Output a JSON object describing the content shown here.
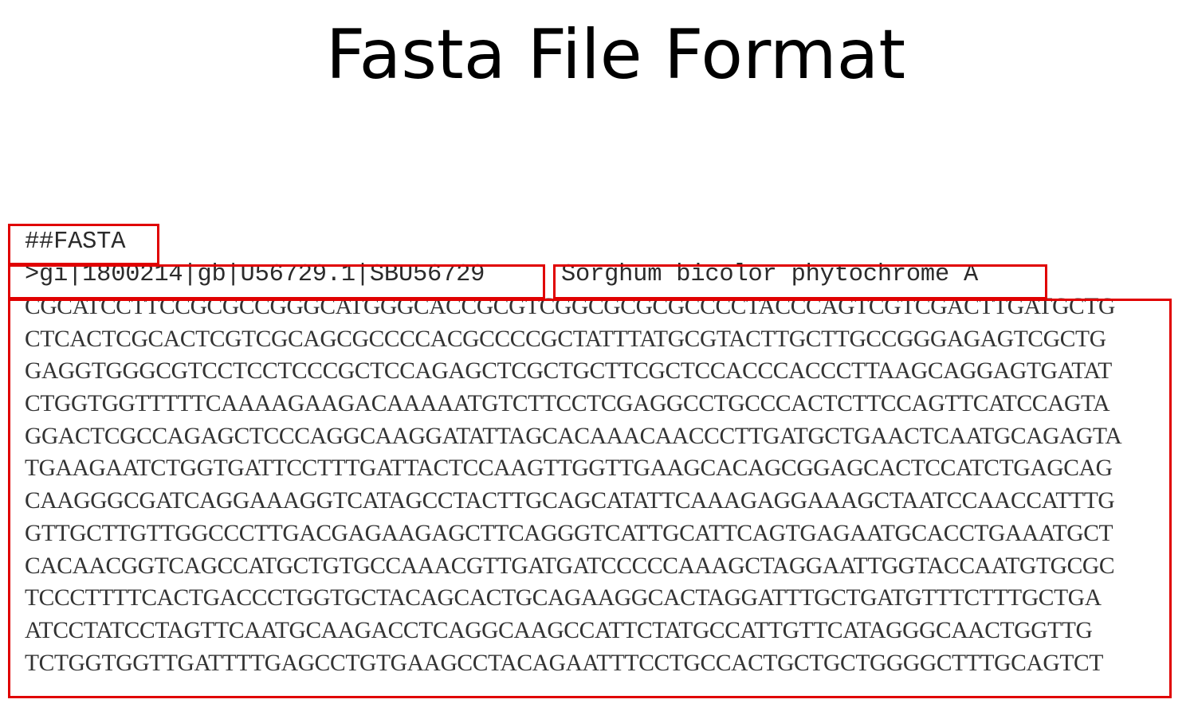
{
  "slide": {
    "title": "Fasta File Format"
  },
  "fasta": {
    "format_marker": "##FASTA",
    "identifier": ">gi|1800214|gb|U56729.1|SBU56729",
    "description": "Sorghum bicolor phytochrome A",
    "sequence_lines": [
      "CGCATCCTTCCGCGCCGGGCATGGGCACCGCGTCGGCGCGCGCCCCTACCCAGTCGTCGACTTGATGCTG",
      "CTCACTCGCACTCGTCGCAGCGCCCCACGCCCCGCTATTTATGCGTACTTGCTTGCCGGGAGAGTCGCTG",
      "GAGGTGGGCGTCCTCCTCCCGCTCCAGAGCTCGCTGCTTCGCTCCACCCACCCTTAAGCAGGAGTGATAT",
      "CTGGTGGTTTTTCAAAAGAAGACAAAAATGTCTTCCTCGAGGCCTGCCCACTCTTCCAGTTCATCCAGTA",
      "GGACTCGCCAGAGCTCCCAGGCAAGGATATTAGCACAAACAACCCTTGATGCTGAACTCAATGCAGAGTA",
      "TGAAGAATCTGGTGATTCCTTTGATTACTCCAAGTTGGTTGAAGCACAGCGGAGCACTCCATCTGAGCAG",
      "CAAGGGCGATCAGGAAAGGTCATAGCCTACTTGCAGCATATTCAAAGAGGAAAGCTAATCCAACCATTTG",
      "GTTGCTTGTTGGCCCTTGACGAGAAGAGCTTCAGGGTCATTGCATTCAGTGAGAATGCACCTGAAATGCT",
      "CACAACGGTCAGCCATGCTGTGCCAAACGTTGATGATCCCCCAAAGCTAGGAATTGGTACCAATGTGCGC",
      "TCCCTTTTCACTGACCCTGGTGCTACAGCACTGCAGAAGGCACTAGGATTTGCTGATGTTTCTTTGCTGA",
      "ATCCTATCCTAGTTCAATGCAAGACCTCAGGCAAGCCATTCTATGCCATTGTTCATAGGGCAACTGGTTG",
      "TCTGGTGGTTGATTTTGAGCCTGTGAAGCCTACAGAATTTCCTGCCACTGCTGCTGGGGCTTTGCAGTCT"
    ]
  },
  "colors": {
    "highlight": "#e00000",
    "text": "#2b2b2b"
  }
}
